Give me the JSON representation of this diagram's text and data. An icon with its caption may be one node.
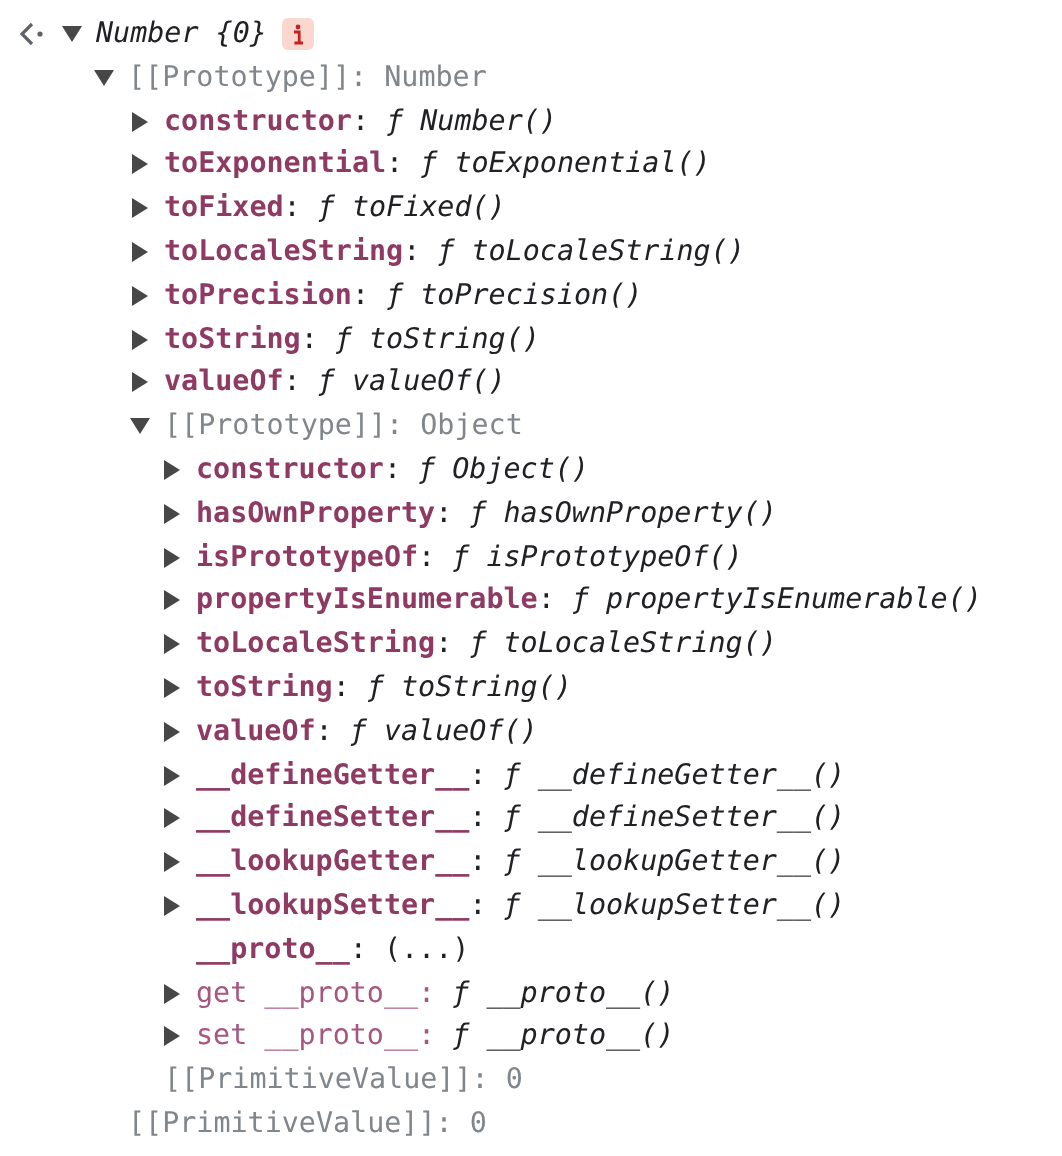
{
  "diagram": {
    "labels": [
      "Number {0}",
      "[[Prototype]]: Number",
      "**constructor**: *ƒ Number()*",
      "**toExponential**: *ƒ toExponential()*",
      "**toFixed**: *ƒ toFixed()*",
      "**toLocaleString**: *ƒ toLocaleString()*",
      "**toPrecision**: *ƒ toPrecision()*",
      "**toString**: *ƒ toString()*",
      "**valueOf**: *ƒ valueOf()*",
      "[[Prototype]]: Object",
      "**constructor**: *ƒ Object()*",
      "**hasOwnProperty**: *ƒ hasOwnProperty()*",
      "**isPrototypeOf**: *ƒ isPrototypeOf()*",
      "**propertyIsEnumerable**: *ƒ propertyIsEnumerable()*",
      "**toLocaleString**: *ƒ toLocaleString()*",
      "**toString**: *ƒ toString()*",
      "**valueOf**: *ƒ valueOf()*",
      "**__defineGetter__**: *ƒ __defineGetter__()*",
      "**__defineSetter__**: *ƒ __defineSetter__()*",
      "**__lookupGetter__**: *ƒ __lookupGetter__()*",
      "**__lookupSetter__**: *ƒ __lookupSetter__()*",
      "**__proto__**: (...)",
      "get __proto__: *ƒ __proto__()*",
      "set __proto__: *ƒ __proto__()*",
      "[[PrimitiveValue]]: 0",
      "[[PrimitiveValue]]: 0"
    ]
  }
}
